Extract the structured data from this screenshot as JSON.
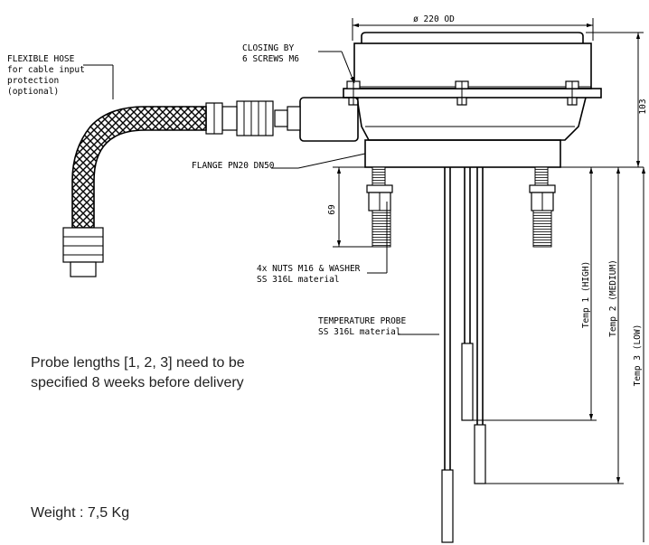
{
  "labels": {
    "od": "ø 220 OD",
    "closing_1": "CLOSING BY",
    "closing_2": "6 SCREWS M6",
    "hose_1": "FLEXIBLE HOSE",
    "hose_2": "for cable input",
    "hose_3": "protection",
    "hose_4": "(optional)",
    "flange": "FLANGE PN20 DN50",
    "dim_103": "103",
    "dim_69": "69",
    "nuts_1": "4x NUTS M16 & WASHER",
    "nuts_2": "SS 316L material",
    "probe_1": "TEMPERATURE PROBE",
    "probe_2": "SS 316L material",
    "temp1": "Temp 1 (HIGH)",
    "temp2": "Temp 2 (MEDIUM)",
    "temp3": "Temp 3 (LOW)"
  },
  "notes": {
    "probe_line1": "Probe lengths [1, 2, 3] need to be",
    "probe_line2": "specified 8 weeks before delivery",
    "weight": "Weight : 7,5 Kg"
  }
}
